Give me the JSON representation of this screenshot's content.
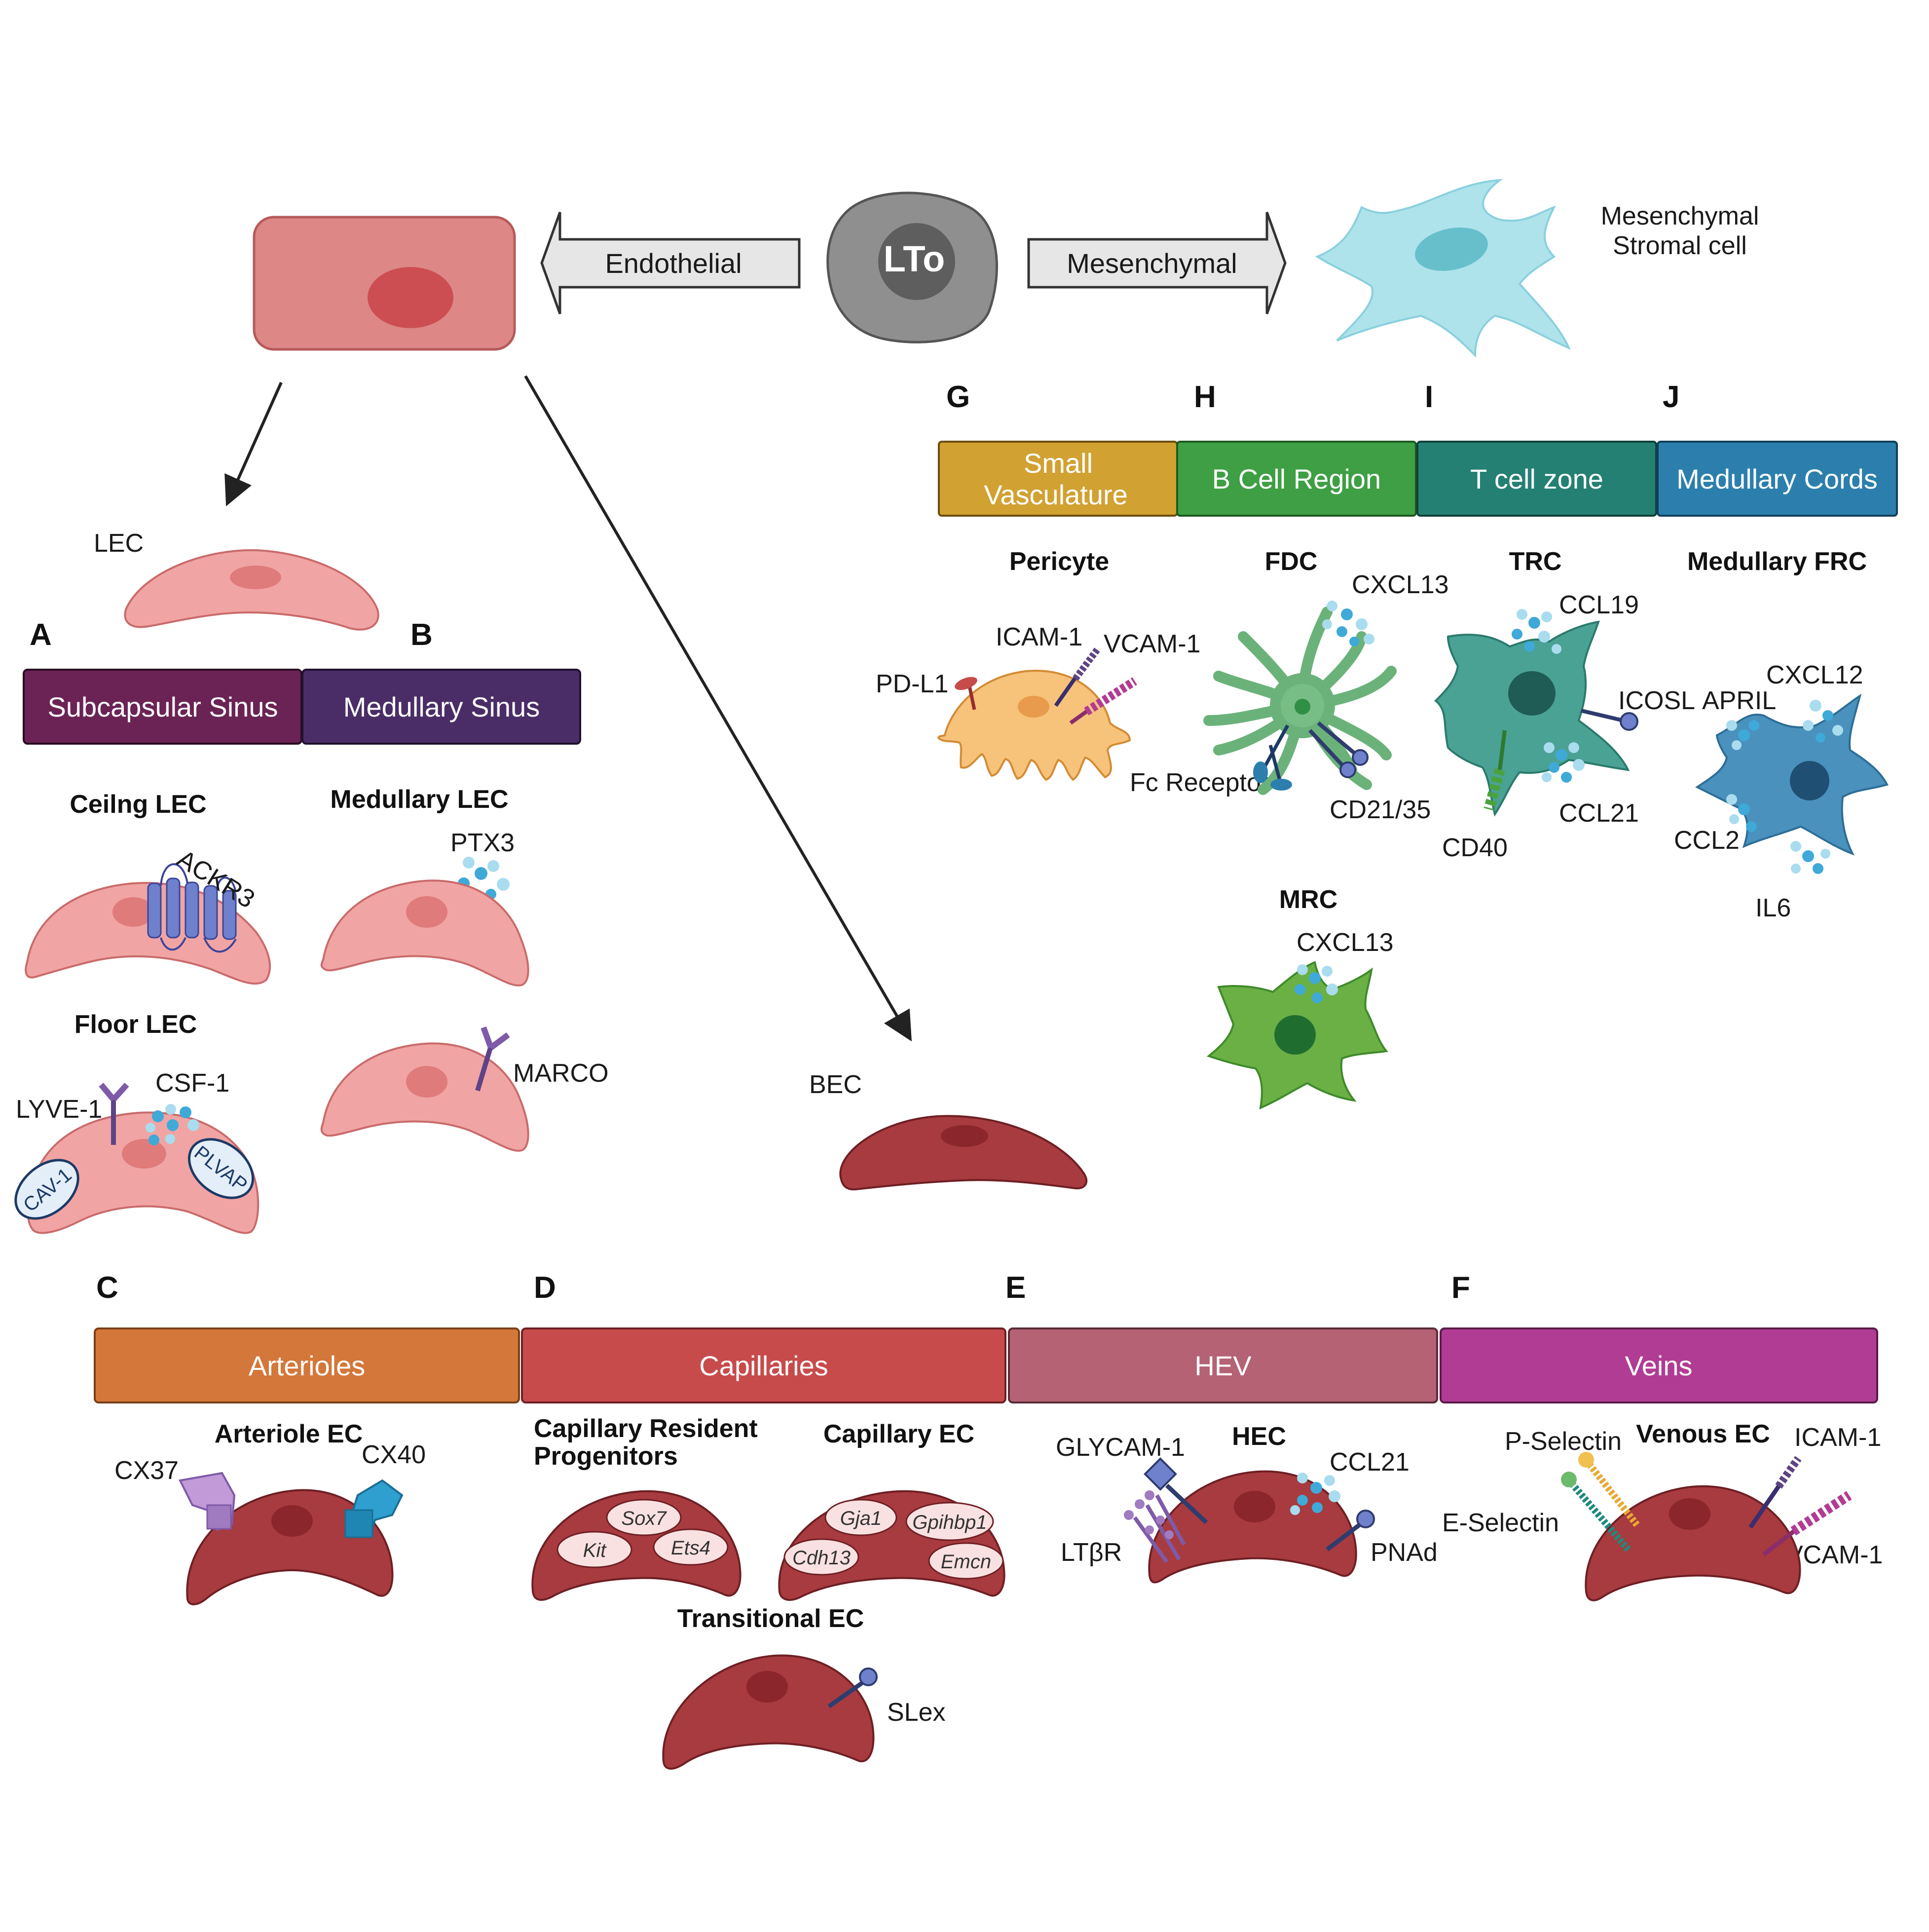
{
  "top": {
    "lto": "LTo",
    "endothelial_arrow": "Endothelial",
    "mesenchymal_arrow": "Mesenchymal",
    "msc_line1": "Mesenchymal",
    "msc_line2": "Stromal cell"
  },
  "lec": {
    "label": "LEC",
    "panel_a": "A",
    "panel_b": "B",
    "bar_a": "Subcapsular Sinus",
    "bar_b": "Medullary Sinus",
    "ceiling_title": "Ceilng LEC",
    "ackr3": "ACKR3",
    "floor_title": "Floor  LEC",
    "lyve1": "LYVE-1",
    "csf1": "CSF-1",
    "cav1": "CAV-1",
    "plvap": "PLVAP",
    "medullary_title": "Medullary  LEC",
    "ptx3": "PTX3",
    "marco": "MARCO"
  },
  "bec": {
    "label": "BEC",
    "panel_c": "C",
    "panel_d": "D",
    "panel_e": "E",
    "panel_f": "F",
    "bar_c": "Arterioles",
    "bar_d": "Capillaries",
    "bar_e": "HEV",
    "bar_f": "Veins",
    "arteriole_title": "Arteriole EC",
    "cx37": "CX37",
    "cx40": "CX40",
    "crp_title_1": "Capillary Resident",
    "crp_title_2": "Progenitors",
    "sox7": "Sox7",
    "kit": "Kit",
    "ets4": "Ets4",
    "cap_title": "Capillary EC",
    "gja1": "Gja1",
    "gpihbp1": "Gpihbp1",
    "cdh13": "Cdh13",
    "emcn": "Emcn",
    "trans_title": "Transitional EC",
    "slex": "SLex",
    "hec_title": "HEC",
    "glycam1": "GLYCAM-1",
    "ltbr": "LTβR",
    "ccl21": "CCL21",
    "pnad": "PNAd",
    "venous_title": "Venous EC",
    "pselectin": "P-Selectin",
    "eselectin": "E-Selectin",
    "icam1": "ICAM-1",
    "vcam1": "VCAM-1"
  },
  "stromal": {
    "panel_g": "G",
    "panel_h": "H",
    "panel_i": "I",
    "panel_j": "J",
    "bar_g_1": "Small",
    "bar_g_2": "Vasculature",
    "bar_h": "B Cell Region",
    "bar_i": "T cell zone",
    "bar_j": "Medullary Cords",
    "pericyte_title": "Pericyte",
    "pdl1": "PD-L1",
    "icam1": "ICAM-1",
    "vcam1": "VCAM-1",
    "fdc_title": "FDC",
    "fdc_cxcl13": "CXCL13",
    "fc_receptor": "Fc Receptor",
    "cd2135": "CD21/35",
    "trc_title": "TRC",
    "ccl19": "CCL19",
    "icosl": "ICOSL",
    "cd40": "CD40",
    "trc_ccl21": "CCL21",
    "mfrc_title": "Medullary FRC",
    "april": "APRIL",
    "cxcl12": "CXCL12",
    "ccl2": "CCL2",
    "il6": "IL6",
    "mrc_title": "MRC",
    "mrc_cxcl13": "CXCL13"
  },
  "colors": {
    "subcapsular": "#6b2355",
    "medullary_sinus": "#4a2d66",
    "arterioles": "#d4773a",
    "capillaries": "#c84b4b",
    "hev": "#b56275",
    "veins": "#b13c94",
    "small_vasculature": "#d1a132",
    "b_cell_region": "#3e9f44",
    "t_cell_zone": "#248073",
    "medullary_cords": "#2c7fad",
    "lec_cell": "#f1a4a4",
    "bec_cell": "#a73b3f"
  }
}
